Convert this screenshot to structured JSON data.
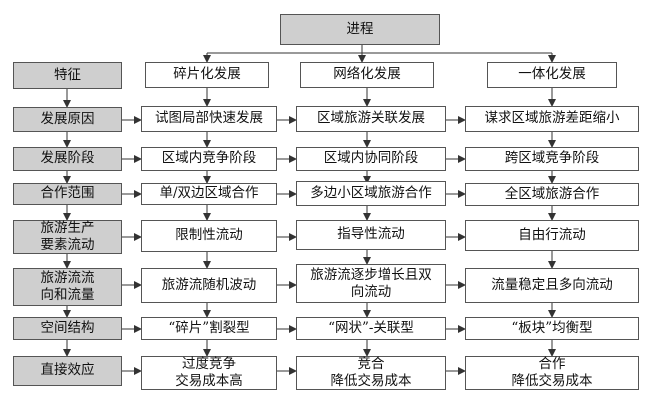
{
  "title": "进程",
  "headers": {
    "feature": "特征",
    "fragmented": "碎片化发展",
    "networked": "网络化发展",
    "integrated": "一体化发展"
  },
  "rows": [
    {
      "label": "发展原因",
      "fragmented": "试图局部快速发展",
      "networked": "区域旅游关联发展",
      "integrated": "谋求区域旅游差距缩小"
    },
    {
      "label": "发展阶段",
      "fragmented": "区域内竞争阶段",
      "networked": "区域内协同阶段",
      "integrated": "跨区域竞争阶段"
    },
    {
      "label": "合作范围",
      "fragmented": "单/双边区域合作",
      "networked": "多边小区域旅游合作",
      "integrated": "全区域旅游合作"
    },
    {
      "label": "旅游生产\n要素流动",
      "fragmented": "限制性流动",
      "networked": "指导性流动",
      "integrated": "自由行流动"
    },
    {
      "label": "旅游流流\n向和流量",
      "fragmented": "旅游流随机波动",
      "networked": "旅游流逐步增长且双\n向流动",
      "integrated": "流量稳定且多向流动"
    },
    {
      "label": "空间结构",
      "fragmented": "“碎片”割裂型",
      "networked": "“网状”-关联型",
      "integrated": "“板块”均衡型"
    },
    {
      "label": "直接效应",
      "fragmented": "过度竞争\n交易成本高",
      "networked": "竞合\n降低交易成本",
      "integrated": "合作\n降低交易成本"
    }
  ]
}
